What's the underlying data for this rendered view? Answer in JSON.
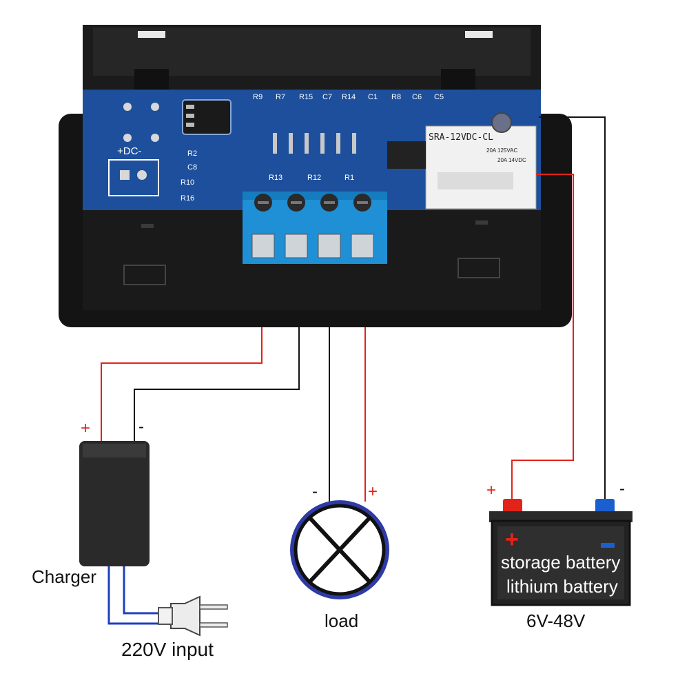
{
  "colors": {
    "positive_wire": "#e2231a",
    "negative_wire": "#111111",
    "plug_wire": "#1f3fbf",
    "pcb": "#1d4f9c",
    "terminal_block": "#1f8fd6",
    "battery_positive": "#e2231a",
    "battery_negative": "#1a5fd0",
    "load_ring": "#2e3aa6"
  },
  "module": {
    "dc_label": "+DC-",
    "components": [
      "R9",
      "R7",
      "R15",
      "C7",
      "R14",
      "C1",
      "R8",
      "C6",
      "C5"
    ],
    "side_components": [
      "R2",
      "C8",
      "R10",
      "R16"
    ],
    "lower_components": [
      "R13",
      "R12",
      "R1"
    ],
    "relay_model": "SRA-12VDC-CL",
    "relay_rating_1": "20A 14VDC",
    "relay_rating_2": "20A 125VAC"
  },
  "charger": {
    "label": "Charger",
    "plus": "+",
    "minus": "-",
    "input_label": "220V input"
  },
  "load": {
    "label": "load",
    "plus": "+",
    "minus": "-"
  },
  "battery": {
    "line1": "storage battery",
    "line2": "lithium battery",
    "voltage": "6V-48V",
    "plus": "+",
    "minus": "-"
  }
}
